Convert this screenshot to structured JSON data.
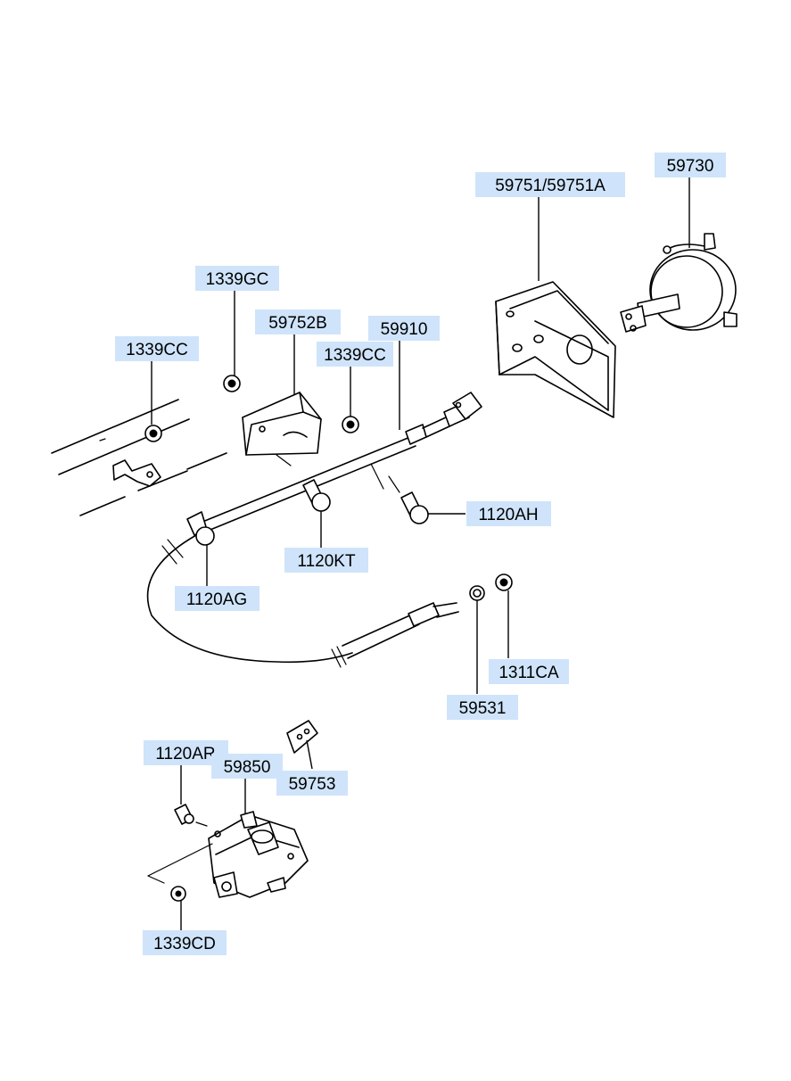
{
  "callouts": {
    "c59751": "59751/59751A",
    "c59730": "59730",
    "c1339GC": "1339GC",
    "c59752B": "59752B",
    "c59910": "59910",
    "c1339CC_left": "1339CC",
    "c1339CC_mid": "1339CC",
    "c1120AH": "1120AH",
    "c1120KT": "1120KT",
    "c1120AG": "1120AG",
    "c1311CA": "1311CA",
    "c59531": "59531",
    "c1120AR": "1120AR",
    "c59850": "59850",
    "c59753": "59753",
    "c1339CD": "1339CD"
  },
  "colors": {
    "callout_fill": "#cfe4fa",
    "line": "#000000"
  }
}
